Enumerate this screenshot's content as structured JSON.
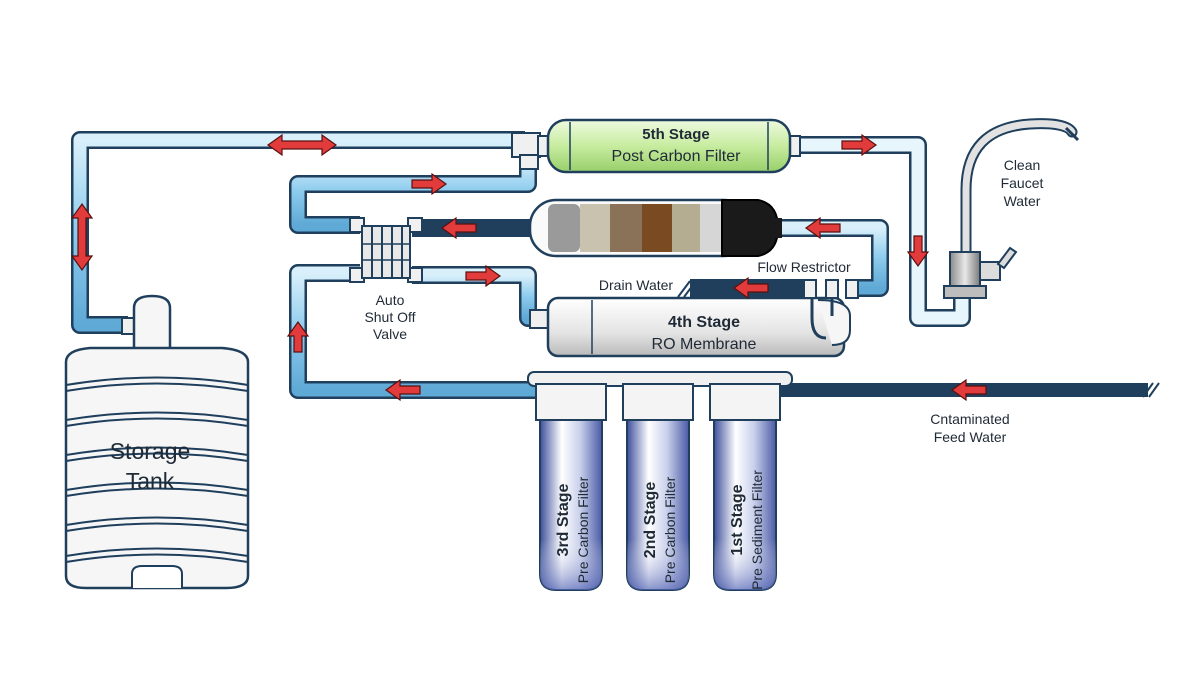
{
  "labels": {
    "stage5_title": "5th Stage",
    "stage5_sub": "Post Carbon Filter",
    "faucet_line1": "Clean",
    "faucet_line2": "Faucet",
    "faucet_line3": "Water",
    "drain_water": "Drain Water",
    "flow_restrictor": "Flow Restrictor",
    "valve_line1": "Auto",
    "valve_line2": "Shut Off",
    "valve_line3": "Valve",
    "stage4_title": "4th Stage",
    "stage4_sub": "RO Membrane",
    "tank_line1": "Storage",
    "tank_line2": "Tank",
    "feed_line1": "Cntaminated",
    "feed_line2": "Feed Water",
    "stage3_title": "3rd Stage",
    "stage3_sub": "Pre Carbon Filter",
    "stage2_title": "2nd Stage",
    "stage2_sub": "Pre Carbon Filter",
    "stage1_title": "1st Stage",
    "stage1_sub": "Pre Sediment Filter"
  },
  "colors": {
    "pipe_blue": "#9fd3ef",
    "pipe_clean": "#e3f4fb",
    "pipe_outline": "#1f3f5c",
    "arrow_red": "#e23b3b",
    "post_filter_green": "#cdeeb0",
    "housing_blue": "#4b5ca8",
    "tank_white": "#f4f4f4"
  }
}
